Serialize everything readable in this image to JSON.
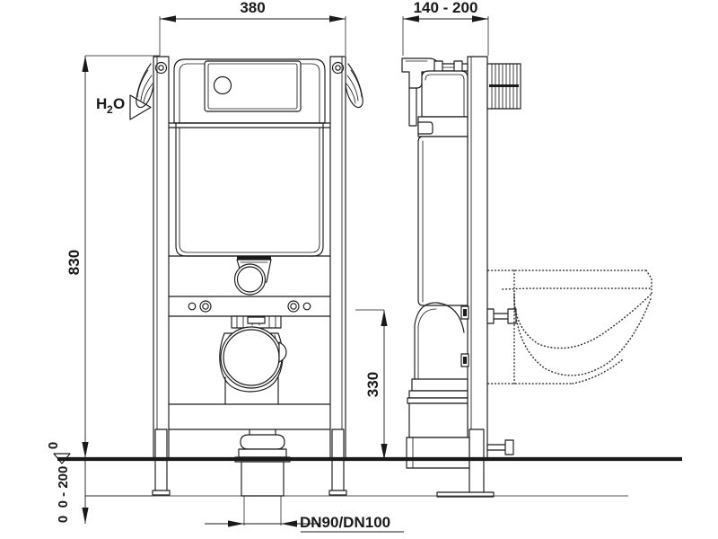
{
  "drawing": {
    "title": "Wall-hung WC installation frame — front view, side view and WC bowl outline",
    "units": "mm",
    "line_color": "#1a1a1a",
    "background": "#ffffff"
  },
  "dimensions": {
    "width_front": "380",
    "depth_side": "140 - 200",
    "height_total": "830",
    "height_outlet": "330",
    "floor_datum": "0",
    "floor_adjust": "0 - 200",
    "floor_adjust_zero": "0",
    "outlet_nominal": "DN90/DN100"
  },
  "labels": {
    "water_connection": "H",
    "water_connection_sub": "2",
    "water_connection_end": "O",
    "water_connection_full": "H2O"
  },
  "views": {
    "front": "front-elevation",
    "side": "side-elevation",
    "bowl": "wc-bowl-outline"
  }
}
